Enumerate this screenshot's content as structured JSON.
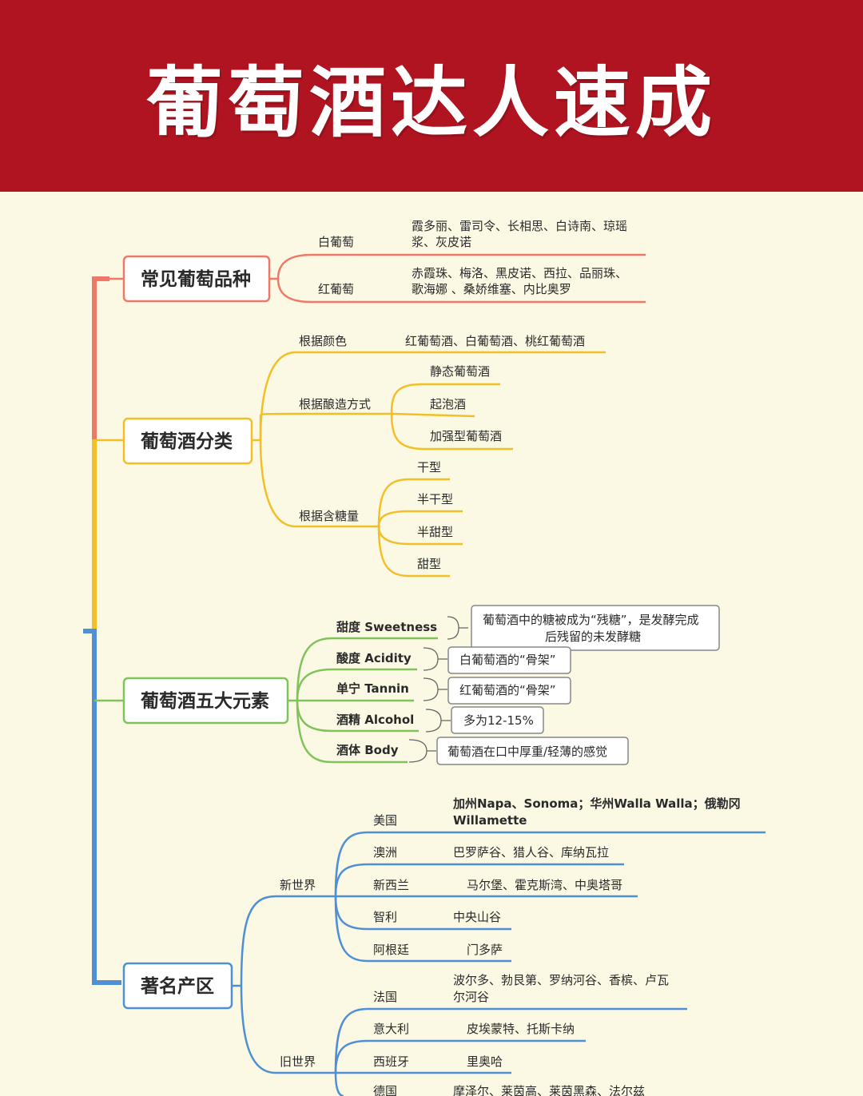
{
  "title": "葡萄酒达人速成",
  "colors": {
    "banner": "#b01421",
    "background": "#fbf8e4",
    "varieties": "#f07866",
    "classification": "#f2c026",
    "elements": "#7fc35a",
    "regions": "#4f8fd6"
  },
  "varieties": {
    "label": "常见葡萄品种",
    "white": {
      "label": "白葡萄",
      "line1": "霞多丽、雷司令、长相思、白诗南、琼瑶",
      "line2": "浆、灰皮诺"
    },
    "red": {
      "label": "红葡萄",
      "line1": "赤霞珠、梅洛、黑皮诺、西拉、品丽珠、",
      "line2": "歌海娜 、桑娇维塞、内比奥罗"
    }
  },
  "classification": {
    "label": "葡萄酒分类",
    "by_color": {
      "label": "根据颜色",
      "value": "红葡萄酒、白葡萄酒、桃红葡萄酒"
    },
    "by_method": {
      "label": "根据酿造方式",
      "items": [
        "静态葡萄酒",
        "起泡酒",
        "加强型葡萄酒"
      ]
    },
    "by_sugar": {
      "label": "根据含糖量",
      "items": [
        "干型",
        "半干型",
        "半甜型",
        "甜型"
      ]
    }
  },
  "elements": {
    "label": "葡萄酒五大元素",
    "items": [
      {
        "label": "甜度 Sweetness",
        "note_line1": "葡萄酒中的糖被成为“残糖”，是发酵完成",
        "note_line2": "后残留的未发酵糖"
      },
      {
        "label": "酸度 Acidity",
        "note_line1": "白葡萄酒的“骨架”",
        "note_line2": ""
      },
      {
        "label": "单宁 Tannin",
        "note_line1": "红葡萄酒的“骨架”",
        "note_line2": ""
      },
      {
        "label": "酒精 Alcohol",
        "note_line1": "多为12-15%",
        "note_line2": ""
      },
      {
        "label": "酒体 Body",
        "note_line1": "葡萄酒在口中厚重/轻薄的感觉",
        "note_line2": ""
      }
    ]
  },
  "regions": {
    "label": "著名产区",
    "new_world": {
      "label": "新世界",
      "countries": [
        {
          "name": "美国",
          "line1": "加州Napa、Sonoma；华州Walla Walla；俄勒冈",
          "line2": "Willamette"
        },
        {
          "name": "澳洲",
          "line1": "巴罗萨谷、猎人谷、库纳瓦拉",
          "line2": ""
        },
        {
          "name": "新西兰",
          "line1": "马尔堡、霍克斯湾、中奥塔哥",
          "line2": ""
        },
        {
          "name": "智利",
          "line1": "中央山谷",
          "line2": ""
        },
        {
          "name": "阿根廷",
          "line1": "门多萨",
          "line2": ""
        }
      ]
    },
    "old_world": {
      "label": "旧世界",
      "countries": [
        {
          "name": "法国",
          "line1": "波尔多、勃艮第、罗纳河谷、香槟、卢瓦",
          "line2": "尔河谷"
        },
        {
          "name": "意大利",
          "line1": "皮埃蒙特、托斯卡纳",
          "line2": ""
        },
        {
          "name": "西班牙",
          "line1": "里奥哈",
          "line2": ""
        },
        {
          "name": "德国",
          "line1": "摩泽尔、莱茵高、莱茵黑森、法尔兹",
          "line2": ""
        }
      ]
    }
  }
}
